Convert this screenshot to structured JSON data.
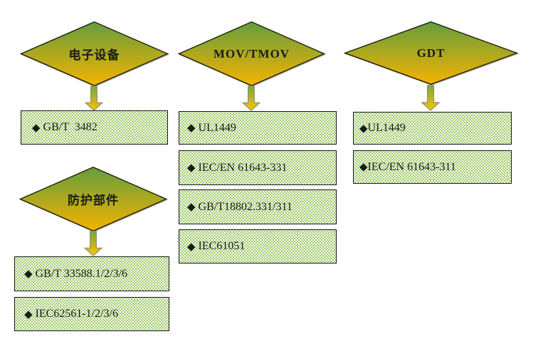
{
  "groups": [
    {
      "id": "electronic-equipment",
      "label": "电子设备",
      "items": [
        {
          "bullet": "◆",
          "text": " GB/T  3482"
        }
      ]
    },
    {
      "id": "protective-components",
      "label": "防护部件",
      "items": [
        {
          "bullet": "◆",
          "text": " GB/T 33588.1/2/3/6"
        },
        {
          "bullet": "◆",
          "text": " IEC62561-1/2/3/6"
        }
      ]
    },
    {
      "id": "mov-tmov",
      "label": "MOV/TMOV",
      "items": [
        {
          "bullet": "◆",
          "text": " UL1449"
        },
        {
          "bullet": "◆",
          "text": " IEC/EN 61643-331"
        },
        {
          "bullet": "◆",
          "text": " GB/T18802.331/311"
        },
        {
          "bullet": "◆",
          "text": " IEC61051"
        }
      ]
    },
    {
      "id": "gdt",
      "label": "GDT",
      "items": [
        {
          "bullet": "◆",
          "text": "UL1449"
        },
        {
          "bullet": "◆",
          "text": "IEC/EN 61643-311"
        }
      ]
    }
  ],
  "colors": {
    "diamond_top": "#649e3e",
    "diamond_bottom": "#f5b301",
    "diamond_border": "#20200f",
    "arrow_top": "#76a73d",
    "arrow_bottom": "#fdc303",
    "arrow_border": "#8e8e74",
    "box_green": "#86bc41",
    "box_border": "#161616",
    "text": "#1a1a1a"
  }
}
